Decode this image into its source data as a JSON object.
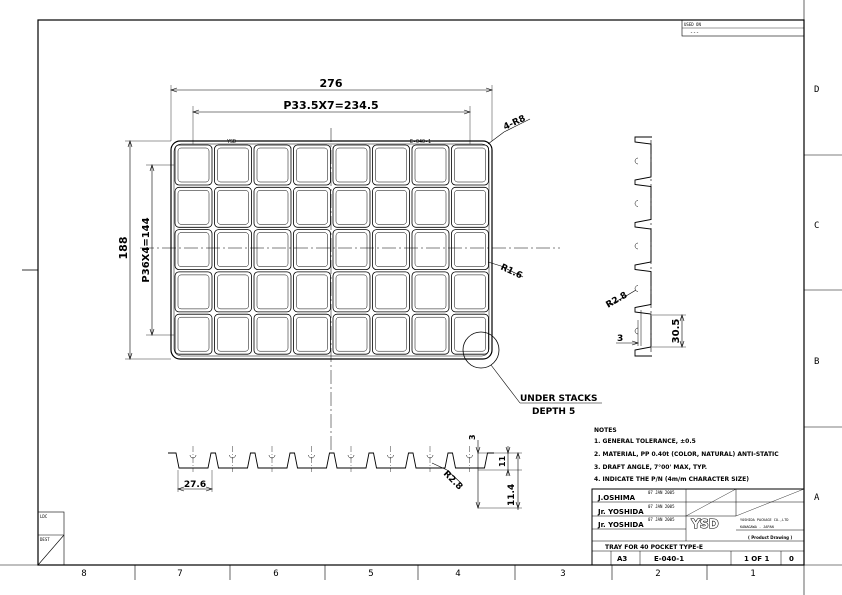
{
  "frame": {
    "col_labels": [
      "8",
      "7",
      "6",
      "5",
      "4",
      "3",
      "2",
      "1"
    ],
    "row_labels": [
      "D",
      "C",
      "B",
      "A"
    ],
    "used_on_label": "USED ON",
    "used_on_value": "---",
    "ldc_label": "LDC",
    "dest_label": "DEST"
  },
  "dimensions": {
    "overall_width": "276",
    "pitch_x": "P33.5X7=234.5",
    "corner_radius": "4-R8",
    "overall_height": "188",
    "pitch_y": "P36X4=144",
    "inner_radius": "R1.6",
    "side_radius": "R2.8",
    "side_step": "3",
    "side_depth": "30.5",
    "front_pitch": "27.6",
    "front_top": "3",
    "front_mid": "11",
    "front_total": "11.4",
    "front_radius": "R2.8"
  },
  "tray_markings": {
    "maker_mark": "YSD",
    "part_mark": "E-040-1"
  },
  "callout": {
    "line1": "UNDER STACKS",
    "line2": "DEPTH 5"
  },
  "notes": {
    "title": "NOTES",
    "items": [
      "1. GENERAL TOLERANCE, ±0.5",
      "2. MATERIAL, PP 0.40t (COLOR, NATURAL) ANTI-STATIC",
      "3. DRAFT ANGLE, 7°00' MAX, TYP.",
      "4. INDICATE THE P/N (4m/m CHARACTER SIZE)"
    ]
  },
  "title_block": {
    "drawn_by": "J.OSHIMA",
    "drawn_date": "07 JAN 2005",
    "checked_by": "Jr. YOSHIDA",
    "checked_date": "07 JAN 2005",
    "approved_by": "Jr. YOSHIDA",
    "approved_date": "07 JAN 2005",
    "logo_text": "YSD",
    "company_line1": "YOSHIDA PACKAGE CO.,LTD",
    "company_line2": "KANAGAWA . JAPAN",
    "product_note": "( Product Drawing )",
    "title": "TRAY FOR 40 POCKET TYPE-E",
    "size": "A3",
    "drawing_no": "E-040-1",
    "sheet": "1 OF 1",
    "rev": "0"
  }
}
